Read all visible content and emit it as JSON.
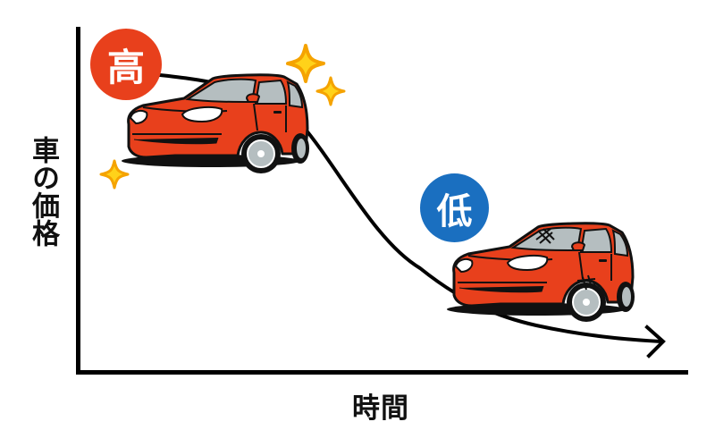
{
  "diagram": {
    "y_axis_label": "車の価格",
    "x_axis_label": "時間",
    "badges": {
      "high": {
        "label": "高",
        "color": "#E8401C"
      },
      "low": {
        "label": "低",
        "color": "#1A6FC0"
      }
    },
    "colors": {
      "car_body": "#E8401C",
      "car_outline": "#111111",
      "window": "#B5BEC0",
      "sparkle_fill": "#FFD21A",
      "sparkle_outline": "#F5A300",
      "axis": "#000000",
      "curve": "#000000"
    },
    "cars": [
      {
        "state": "new",
        "decorations": "sparkles"
      },
      {
        "state": "worn",
        "decorations": "scratch-marks"
      }
    ]
  },
  "chart_data": {
    "type": "line",
    "title": "",
    "xlabel": "時間",
    "ylabel": "車の価格",
    "x": [
      0,
      1,
      2,
      3,
      4,
      5,
      6,
      7,
      8,
      9,
      10
    ],
    "series": [
      {
        "name": "車の価格",
        "values": [
          92,
          90,
          85,
          70,
          52,
          36,
          22,
          12,
          8,
          6,
          5
        ]
      }
    ],
    "annotations": [
      {
        "text": "高",
        "position": "start",
        "meaning": "high price"
      },
      {
        "text": "低",
        "position": "end",
        "meaning": "low price"
      }
    ],
    "grid": false,
    "legend": "none",
    "axis_ticks": "none",
    "arrow_at_end": true
  }
}
